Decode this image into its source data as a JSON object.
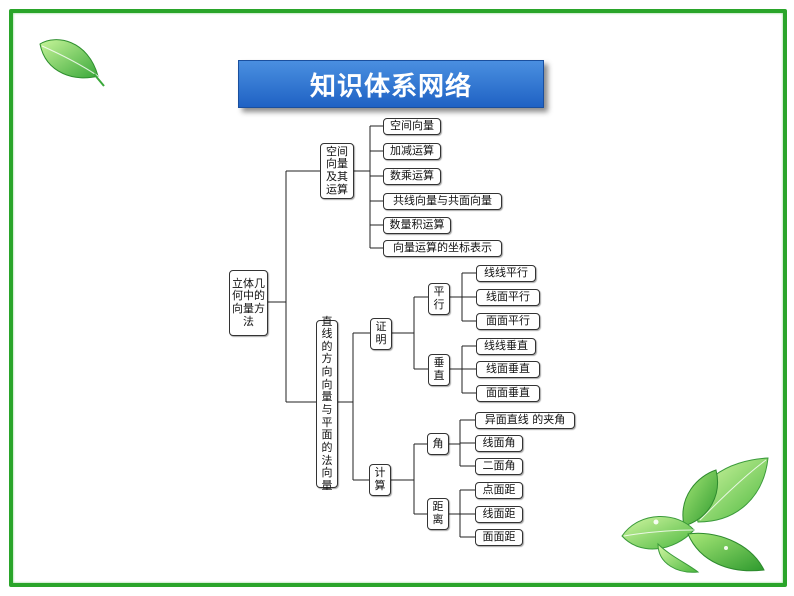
{
  "title": "知识体系网络",
  "colors": {
    "frame": "#2aa52a",
    "banner": "#2b74d6",
    "leaf_light": "#7ed957",
    "leaf_dark": "#2e9e2e"
  },
  "icons": {
    "top_left": "leaf-icon",
    "bottom_right": "leaves-cluster-icon"
  },
  "tree": {
    "root": "立体几何中的向量方法",
    "branch1": {
      "label": "空间向量及其运算",
      "items": [
        "空间向量",
        "加减运算",
        "数乘运算",
        "共线向量与共面向量",
        "数量积运算",
        "向量运算的坐标表示"
      ]
    },
    "branch2": {
      "label": "直线的方向向量与平面的法向量",
      "proof": {
        "label": "证明",
        "parallel": {
          "label": "平行",
          "items": [
            "线线平行",
            "线面平行",
            "面面平行"
          ]
        },
        "perpendicular": {
          "label": "垂直",
          "items": [
            "线线垂直",
            "线面垂直",
            "面面垂直"
          ]
        }
      },
      "calc": {
        "label": "计算",
        "angle": {
          "label": "角",
          "items": [
            "异面直线 的夹角",
            "线面角",
            "二面角"
          ]
        },
        "distance": {
          "label": "距离",
          "items": [
            "点面距",
            "线面距",
            "面面距"
          ]
        }
      }
    }
  }
}
